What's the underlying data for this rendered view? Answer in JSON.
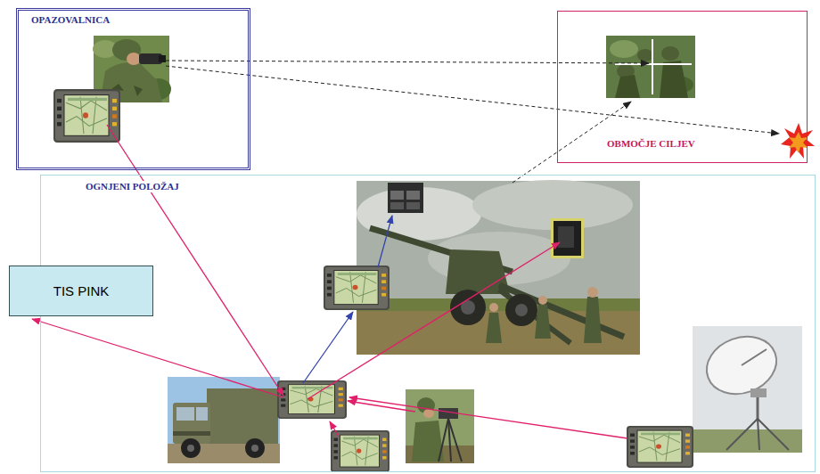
{
  "diagram": {
    "nodes": [
      {
        "text": [
          "OPAZOVALNICA"
        ]
      },
      {
        "text": [
          "OBMOČJE CILJEV"
        ]
      },
      {
        "text": [
          "OGNJENI POLOŽAJ"
        ]
      },
      {
        "text": [
          "TIS PINK"
        ]
      }
    ]
  }
}
